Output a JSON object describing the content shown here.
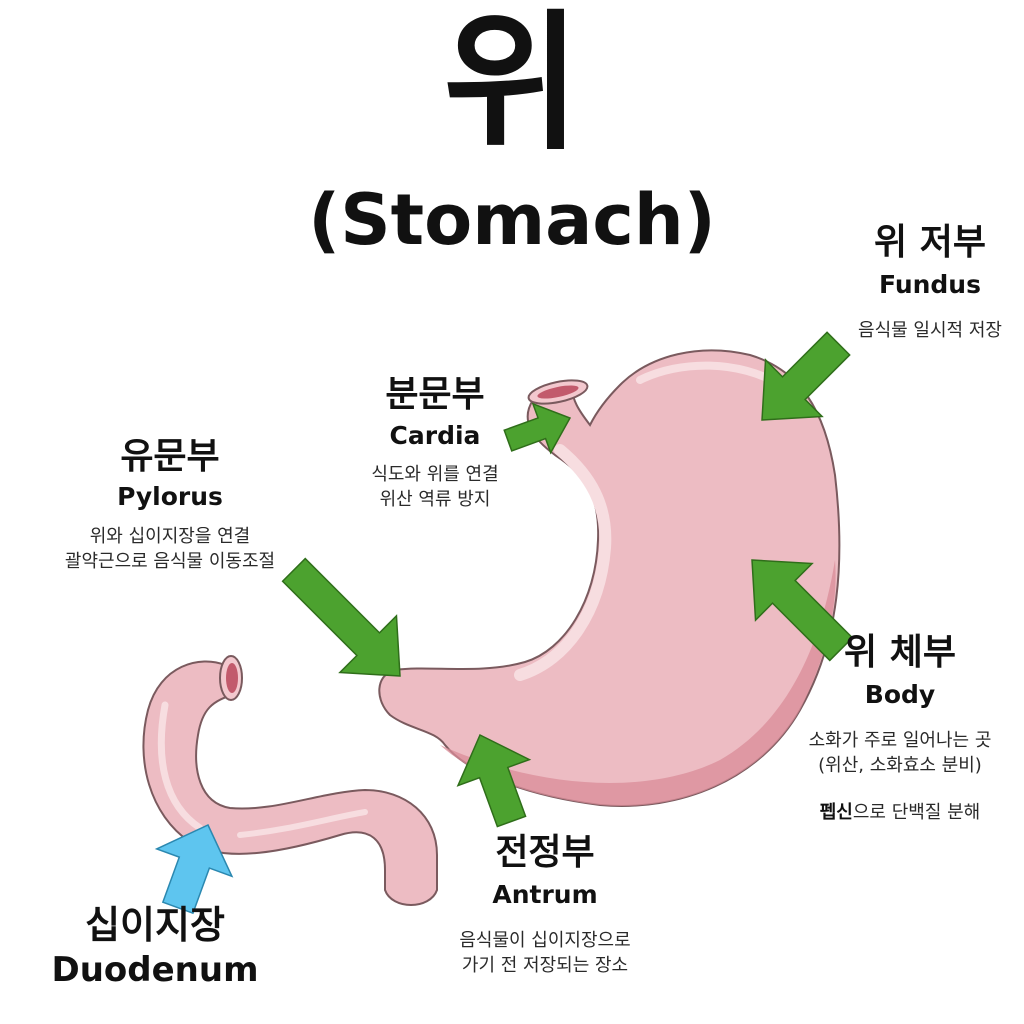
{
  "title": {
    "korean": "위",
    "english": "(Stomach)"
  },
  "colors": {
    "stomach_fill": "#edbcc3",
    "stomach_light": "#f5d6da",
    "stomach_dark": "#d98c98",
    "outline": "#7a5a5e",
    "arrow_green": "#4ca22f",
    "arrow_blue": "#5ec5ef"
  },
  "labels": {
    "fundus": {
      "korean": "위 저부",
      "english": "Fundus",
      "desc": [
        "음식물 일시적 저장"
      ]
    },
    "cardia": {
      "korean": "분문부",
      "english": "Cardia",
      "desc": [
        "식도와 위를 연결",
        "위산 역류 방지"
      ]
    },
    "pylorus": {
      "korean": "유문부",
      "english": "Pylorus",
      "desc": [
        "위와 십이지장을 연결",
        "괄약근으로 음식물 이동조절"
      ]
    },
    "body": {
      "korean": "위 체부",
      "english": "Body",
      "desc": [
        "소화가 주로 일어나는 곳",
        "(위산, 소화효소 분비)"
      ],
      "note_bold": "펩신",
      "note_rest": "으로 단백질 분해"
    },
    "antrum": {
      "korean": "전정부",
      "english": "Antrum",
      "desc": [
        "음식물이 십이지장으로",
        "가기 전 저장되는 장소"
      ]
    },
    "duodenum": {
      "korean": "십이지장",
      "english": "Duodenum"
    }
  },
  "icons": {
    "pointer_arrows": [
      "fundus-arrow-icon",
      "cardia-arrow-icon",
      "pylorus-arrow-icon",
      "body-arrow-icon",
      "antrum-arrow-icon",
      "duodenum-arrow-icon"
    ]
  }
}
